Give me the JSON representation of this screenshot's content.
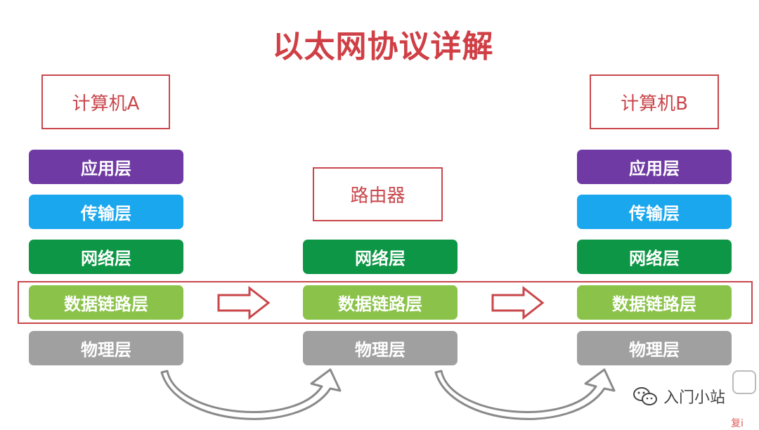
{
  "title": "以太网协议详解",
  "nodes": {
    "computer_a": "计算机A",
    "router": "路由器",
    "computer_b": "计算机B"
  },
  "layers": {
    "application": "应用层",
    "transport": "传输层",
    "network": "网络层",
    "datalink": "数据链路层",
    "physical": "物理层"
  },
  "colors": {
    "title": "#cf3f45",
    "box_border": "#c9464b",
    "application": "#6f3aa3",
    "transport": "#1aa7ee",
    "network": "#0c9645",
    "datalink": "#8bc34a",
    "physical": "#a0a0a0"
  },
  "watermark": {
    "text": "入门小站",
    "icon": "wechat-icon"
  },
  "corner_text": "复i"
}
